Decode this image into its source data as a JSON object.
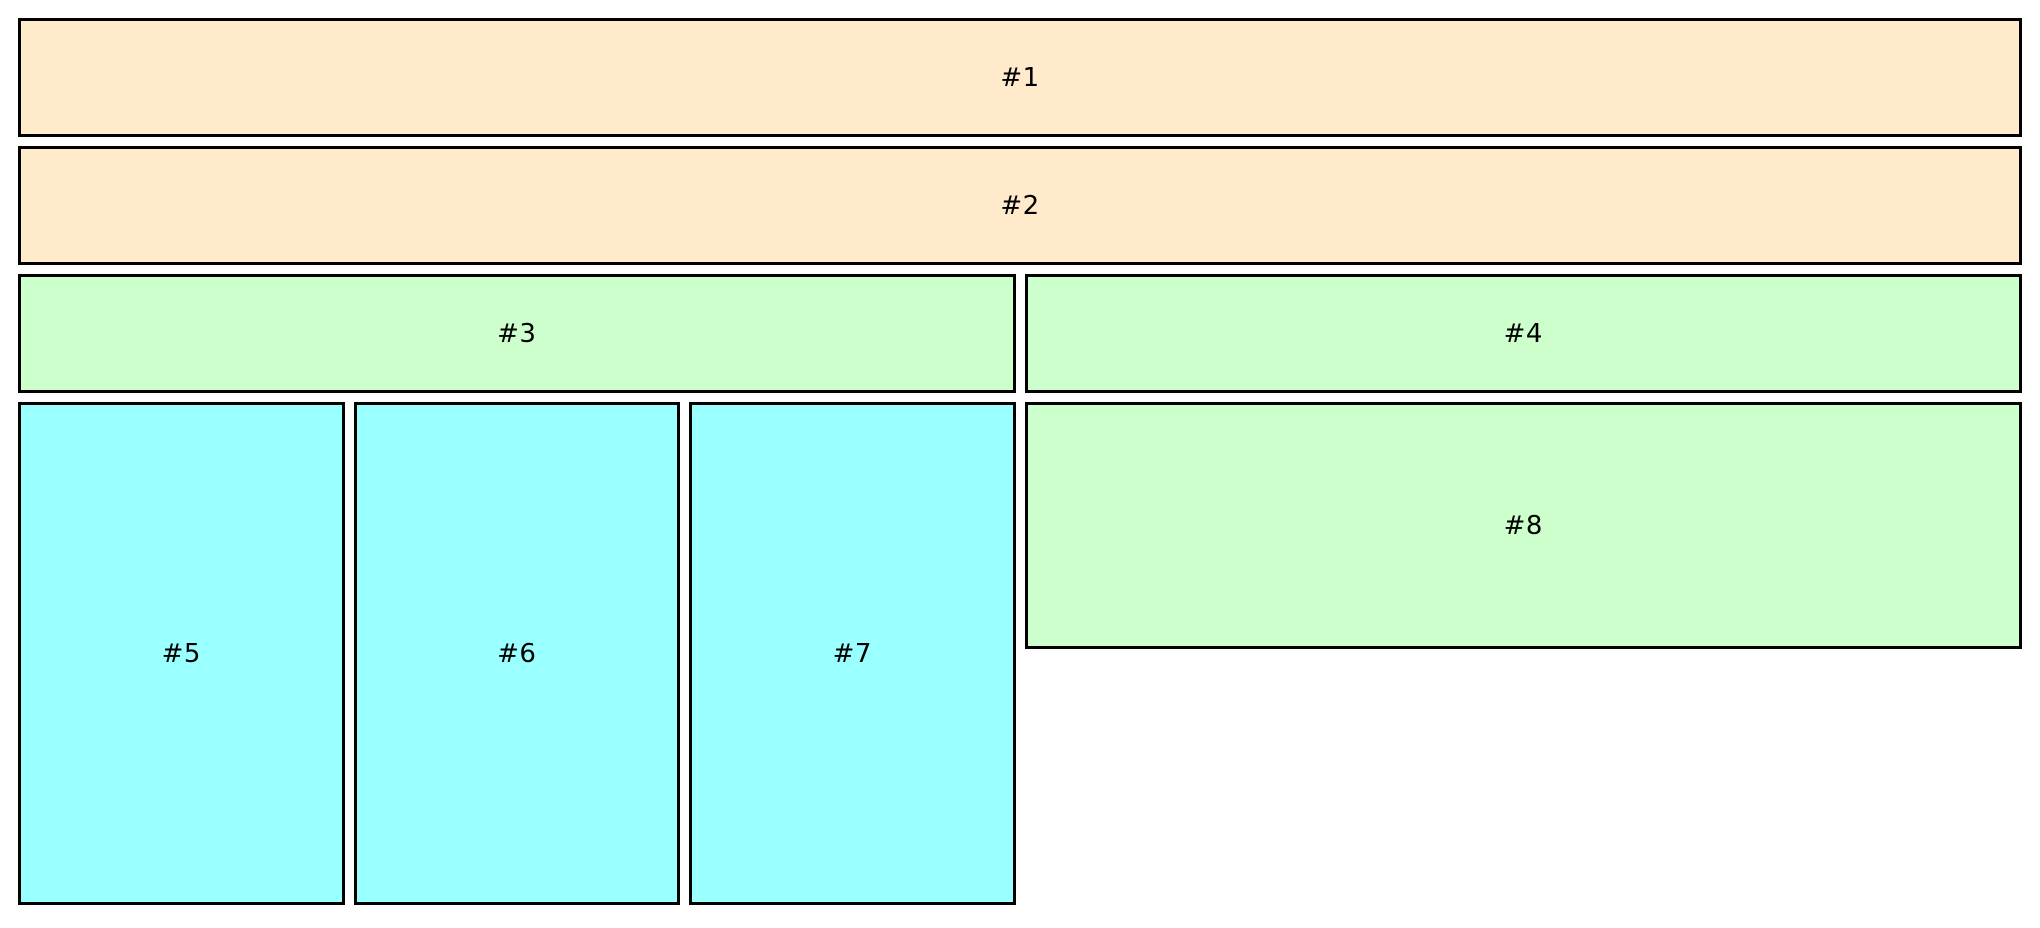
{
  "page": {
    "background": "#FFFFFF"
  },
  "colors": {
    "peach": "#FFEBCC",
    "green": "#CCFFCC",
    "cyan": "#99FFFF",
    "border": "#000000",
    "text": "#000000"
  },
  "items": [
    {
      "label": "#1",
      "color": "peach"
    },
    {
      "label": "#2",
      "color": "peach"
    },
    {
      "label": "#3",
      "color": "green"
    },
    {
      "label": "#4",
      "color": "green"
    },
    {
      "label": "#5",
      "color": "cyan"
    },
    {
      "label": "#6",
      "color": "cyan"
    },
    {
      "label": "#7",
      "color": "cyan"
    },
    {
      "label": "#8",
      "color": "green"
    }
  ]
}
